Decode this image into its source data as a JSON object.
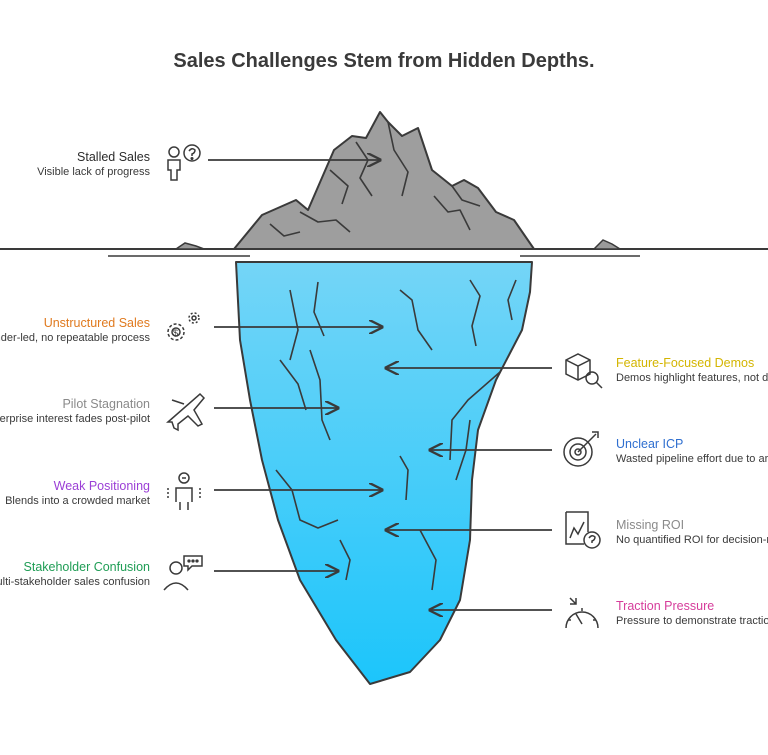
{
  "title": "Sales Challenges Stem from Hidden Depths.",
  "items": {
    "stalled": {
      "label": "Stalled Sales",
      "desc": "Visible lack of progress",
      "color": "#333333"
    },
    "unstructured": {
      "label": "Unstructured Sales",
      "desc": "Founder-led, no repeatable process",
      "color": "#e07a1f"
    },
    "pilot": {
      "label": "Pilot Stagnation",
      "desc": "Enterprise interest fades post-pilot",
      "color": "#8a8a8a"
    },
    "weak": {
      "label": "Weak Positioning",
      "desc": "Blends into a crowded market",
      "color": "#9b3fd6"
    },
    "stakeholder": {
      "label": "Stakeholder Confusion",
      "desc": "Multi-stakeholder sales confusion",
      "color": "#1f9d55"
    },
    "feature": {
      "label": "Feature-Focused Demos",
      "desc": "Demos highlight features, not d",
      "color": "#d4b500"
    },
    "icp": {
      "label": "Unclear ICP",
      "desc": "Wasted pipeline effort due to ar",
      "color": "#2f6fd0"
    },
    "roi": {
      "label": "Missing ROI",
      "desc": "No quantified ROI for decision-r",
      "color": "#8a8a8a"
    },
    "traction": {
      "label": "Traction Pressure",
      "desc": "Pressure to demonstrate tractio",
      "color": "#d63d9b"
    }
  },
  "colors": {
    "ice_top": "#bdbdbd",
    "ice_under_top": "#6fd3f7",
    "ice_under_bottom": "#1ec6fb",
    "line": "#3a3a3a"
  },
  "icons": [
    "person-question-icon",
    "gears-icon",
    "airplane-icon",
    "people-icon",
    "speech-person-icon",
    "box-magnifier-icon",
    "target-icon",
    "chart-question-icon",
    "gauge-icon"
  ]
}
